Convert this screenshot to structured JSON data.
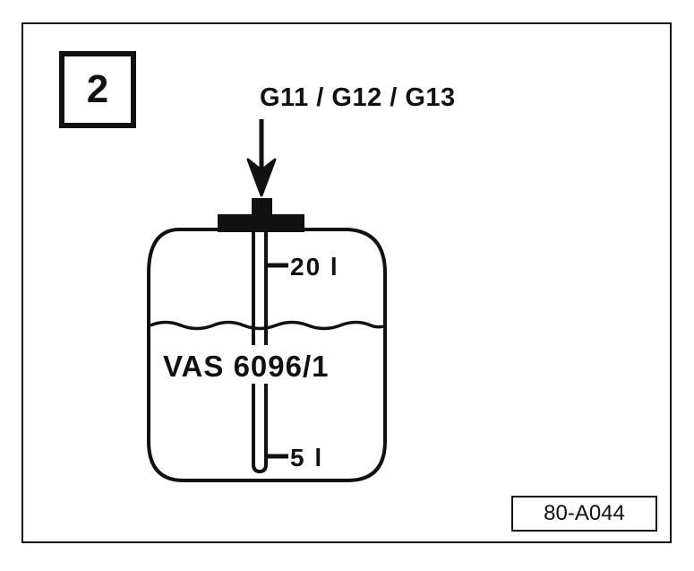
{
  "figure": {
    "step_number": "2",
    "fluid_label": "G11 / G12 / G13",
    "container_label": "VAS 6096/1",
    "mark_upper": "20 l",
    "mark_lower": "5 l",
    "reference_code": "80-A044"
  },
  "colors": {
    "ink": "#111111",
    "background": "#ffffff"
  }
}
